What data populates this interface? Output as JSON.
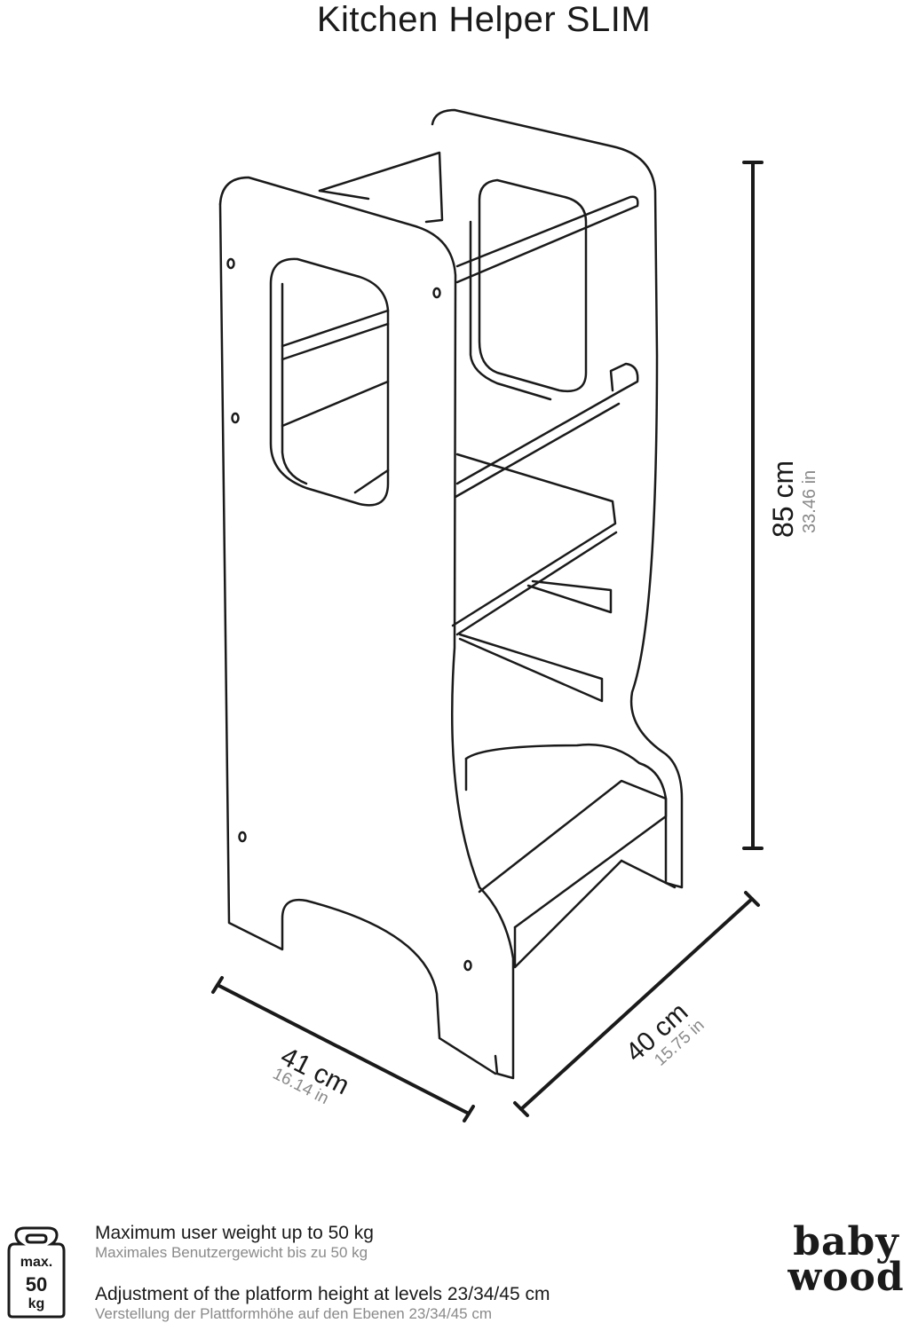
{
  "title": "Kitchen Helper SLIM",
  "dimensions": {
    "height_cm": "85 cm",
    "height_in": "33.46 in",
    "width_cm": "41 cm",
    "width_in": "16.14 in",
    "depth_cm": "40 cm",
    "depth_in": "15.75 in"
  },
  "weight_badge": {
    "line1": "max.",
    "line2": "50",
    "line3": "kg"
  },
  "info": [
    {
      "en": "Maximum user weight up to 50 kg",
      "de": "Maximales Benutzergewicht bis zu 50 kg"
    },
    {
      "en": "Adjustment of the platform height at levels 23/34/45 cm",
      "de": "Verstellung der Plattformhöhe auf den Ebenen 23/34/45 cm"
    }
  ],
  "logo": {
    "line1": "baby",
    "line2": "wood"
  }
}
